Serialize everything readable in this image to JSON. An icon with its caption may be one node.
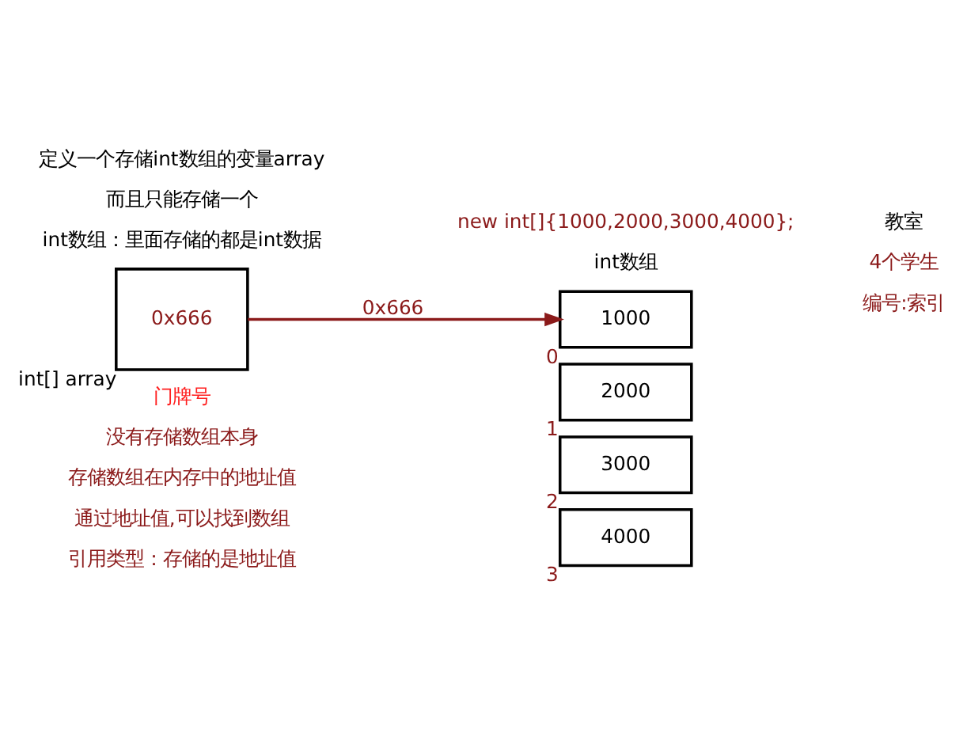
{
  "diagram": {
    "nodes": [
      {
        "text": [
          "0x666"
        ],
        "beside": [
          "int[] array"
        ]
      },
      {
        "text": [
          "1000"
        ],
        "beside": [
          "0"
        ]
      },
      {
        "text": [
          "2000"
        ],
        "beside": [
          "1"
        ]
      },
      {
        "text": [
          "3000"
        ],
        "beside": [
          "2"
        ]
      },
      {
        "text": [
          "4000"
        ],
        "beside": [
          "3"
        ]
      }
    ],
    "edges": [
      {
        "from": 0,
        "to": 1,
        "arrow": "to",
        "label": "0x666"
      }
    ],
    "labels": [
      "定义一个存储int数组的变量array",
      "而且只能存储一个",
      "int数组：里面存储的都是int数据",
      "new int[]{1000,2000,3000,4000};",
      "int数组",
      "教室",
      "4个学生",
      "编号:索引",
      "门牌号",
      "没有存储数组本身",
      "存储数组在内存中的地址值",
      "通过地址值,可以找到数组",
      "引用类型：存储的是地址值"
    ]
  }
}
